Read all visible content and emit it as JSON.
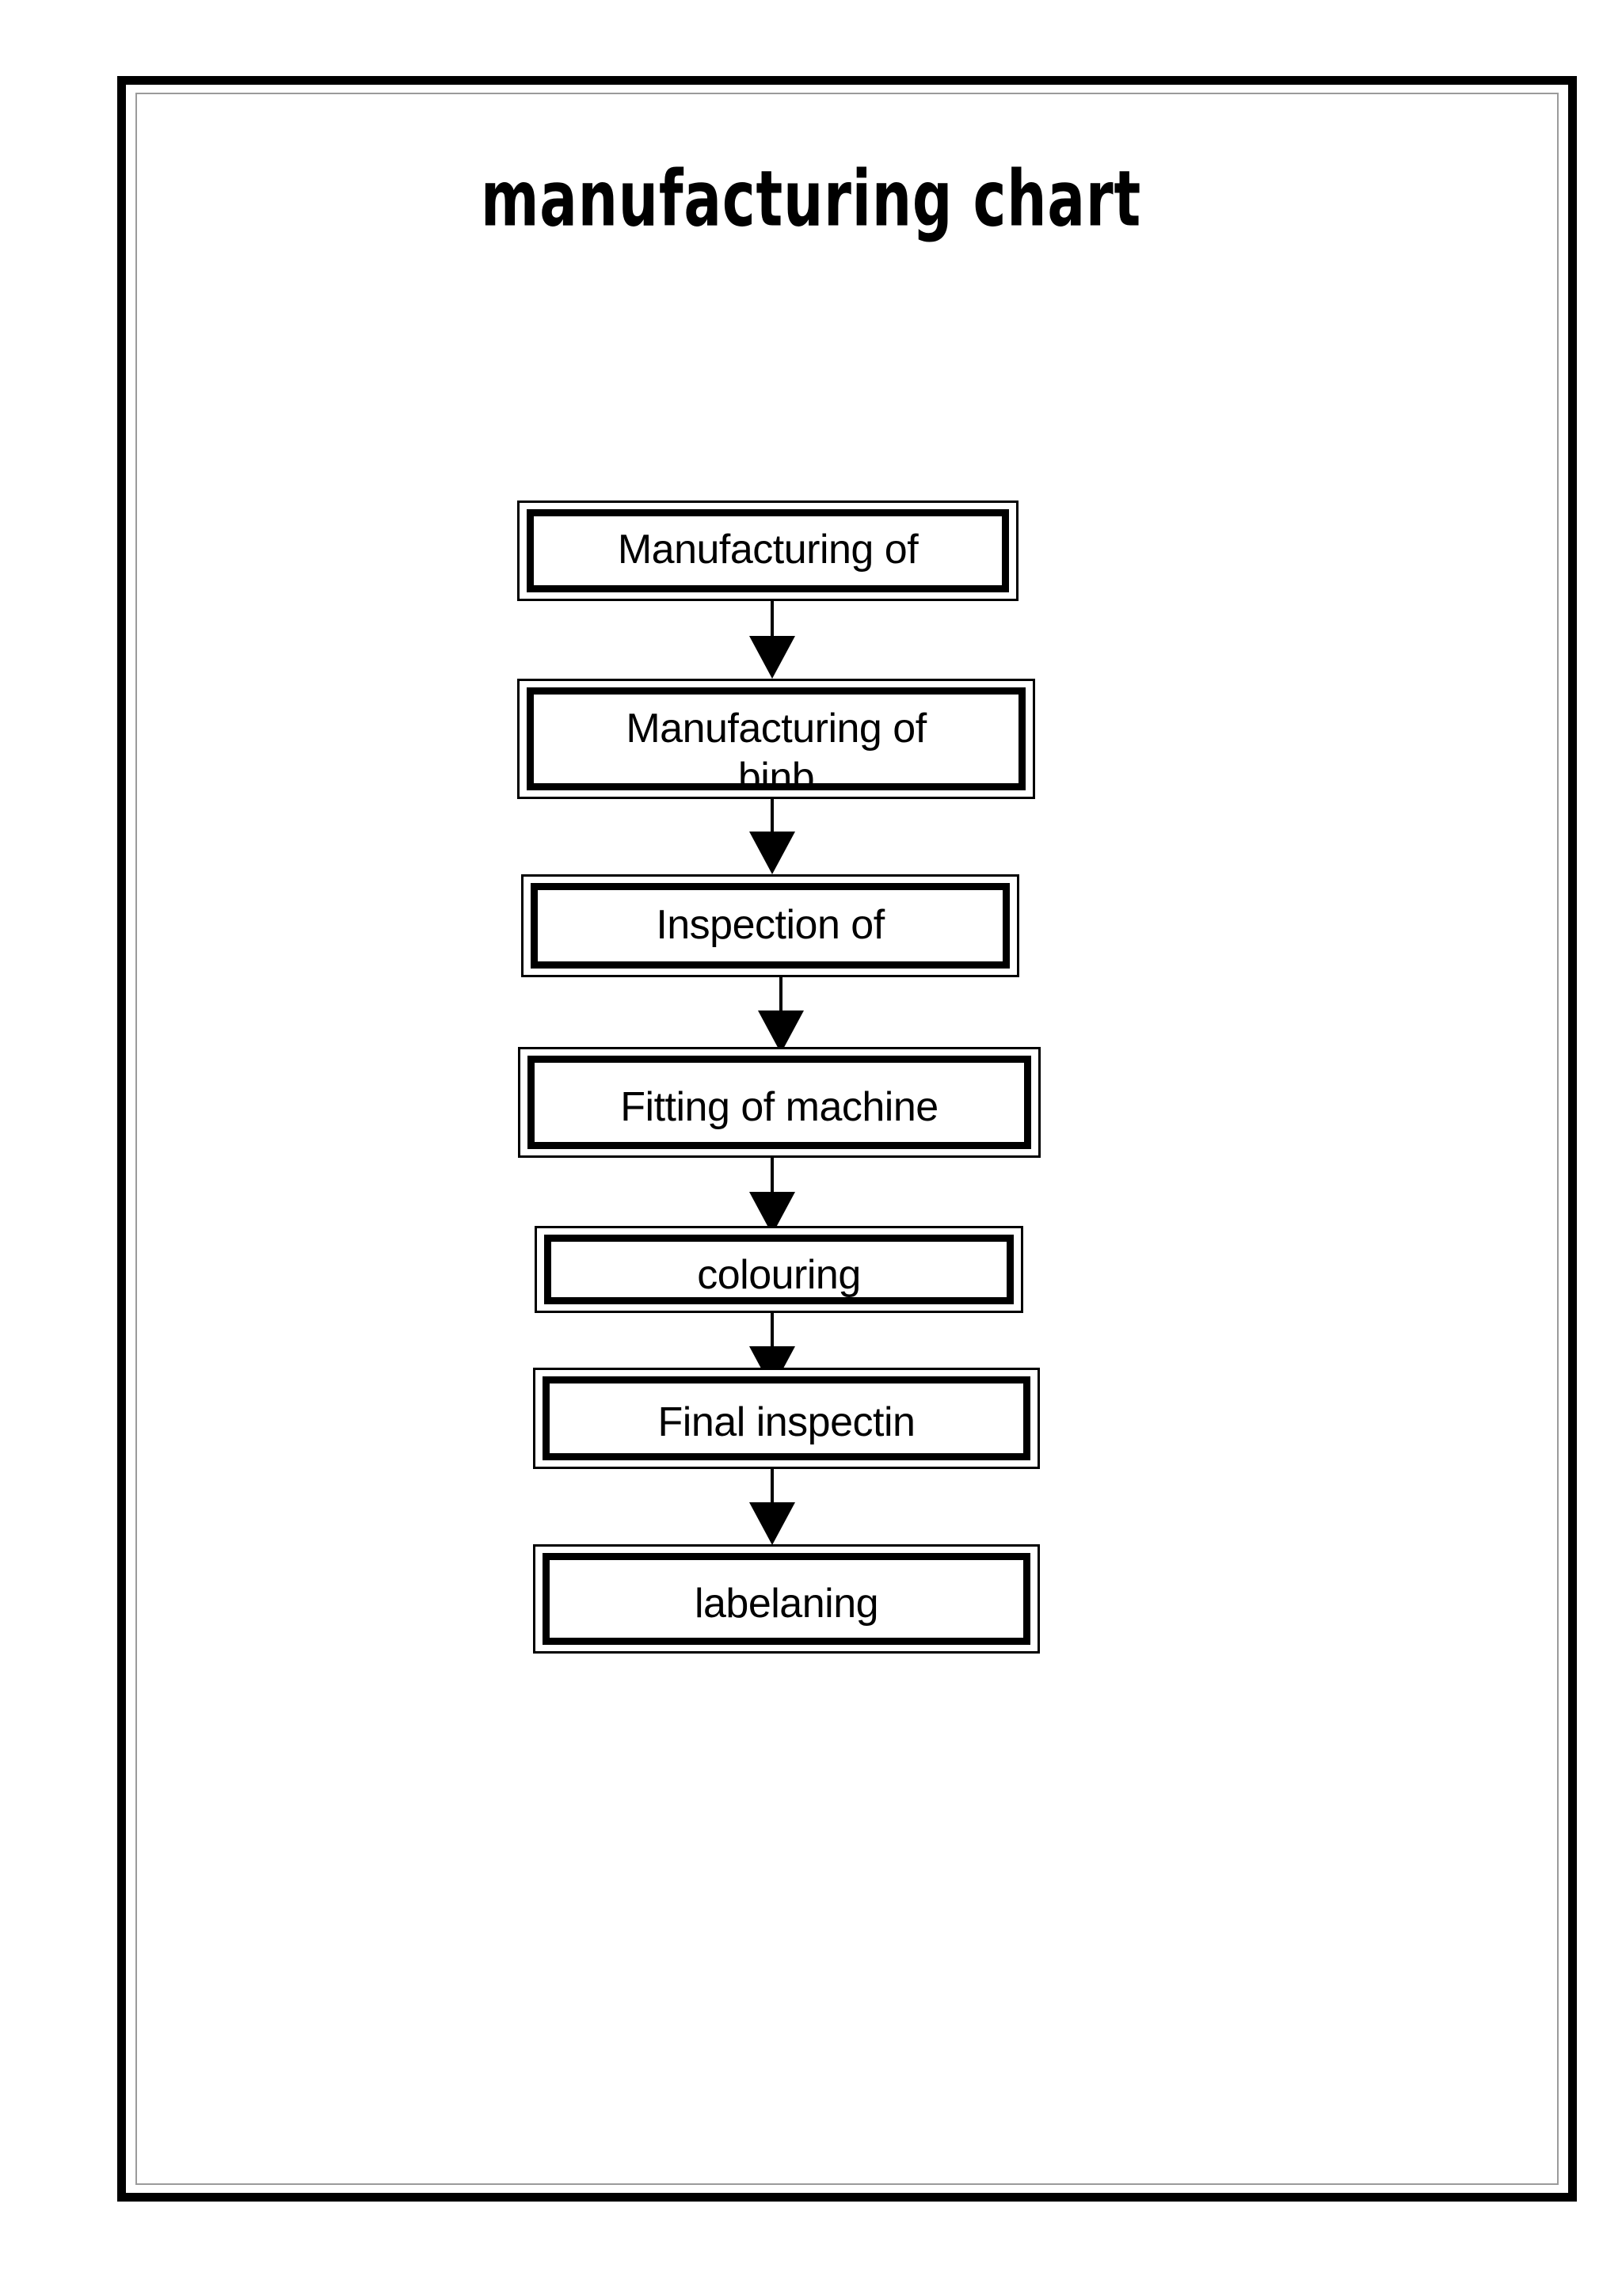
{
  "page": {
    "title": "manufacturing chart",
    "background_color": "#ffffff",
    "border_color": "#000000",
    "inner_rule_color": "#9b9b9b"
  },
  "chart_data": {
    "type": "diagram",
    "diagram_type": "flowchart",
    "title": "manufacturing chart",
    "orientation": "top-to-bottom",
    "node_shape": "double-bordered-rectangle",
    "connector": "arrow-down",
    "node_count": 7,
    "edge_count": 6,
    "nodes": [
      {
        "id": "n1",
        "label": "Manufacturing of\n..",
        "clipped": true,
        "note": "second line cut off by box bottom"
      },
      {
        "id": "n2",
        "label": "Manufacturing of\nbinb",
        "clipped": false
      },
      {
        "id": "n3",
        "label": "Inspection of\n- - -",
        "clipped": true,
        "note": "second line cut off by box bottom"
      },
      {
        "id": "n4",
        "label": "Fitting of machine",
        "clipped": false
      },
      {
        "id": "n5",
        "label": "colouring",
        "clipped": true,
        "note": "descender of g clipped, reads colourina"
      },
      {
        "id": "n6",
        "label": "Final inspectin",
        "clipped": false
      },
      {
        "id": "n7",
        "label": "labelaning",
        "clipped": false
      }
    ],
    "edges": [
      {
        "from": "n1",
        "to": "n2"
      },
      {
        "from": "n2",
        "to": "n3"
      },
      {
        "from": "n3",
        "to": "n4"
      },
      {
        "from": "n4",
        "to": "n5"
      },
      {
        "from": "n5",
        "to": "n6"
      },
      {
        "from": "n6",
        "to": "n7"
      }
    ]
  }
}
